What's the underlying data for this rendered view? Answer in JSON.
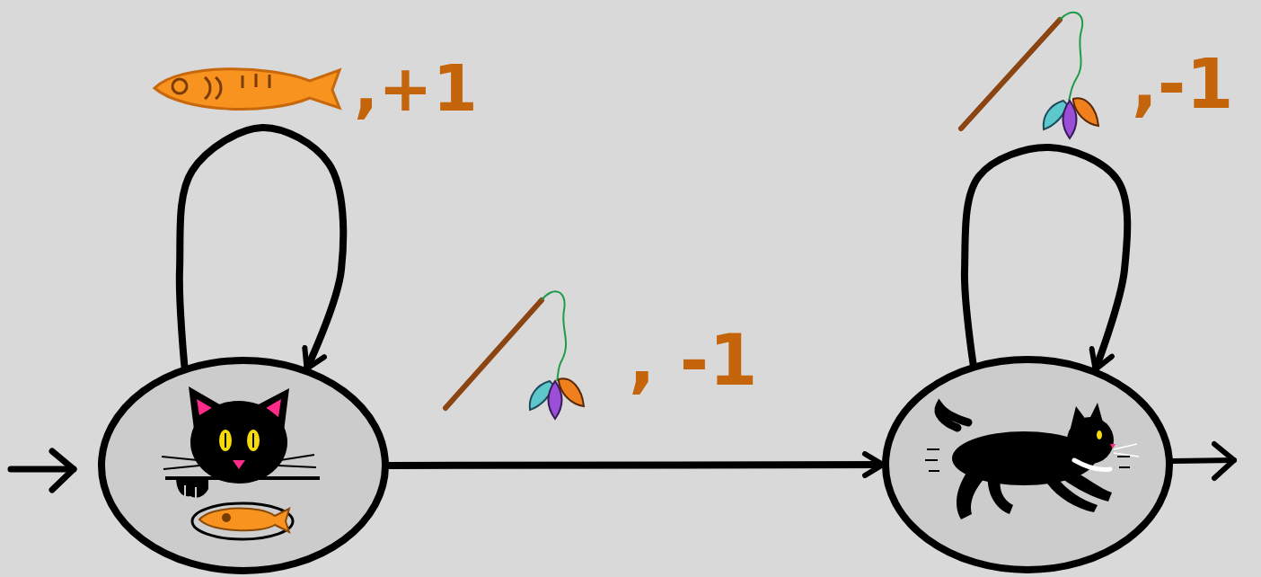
{
  "diagram": {
    "nodes": [
      {
        "text": []
      },
      {
        "text": []
      }
    ],
    "edges": [
      {
        "from": 0,
        "to": 0,
        "arrow": "to",
        "label": ",+1"
      },
      {
        "from": 0,
        "to": 1,
        "arrow": "to",
        "label": ", -1"
      },
      {
        "from": 1,
        "to": 1,
        "arrow": "to",
        "label": ",-1"
      }
    ]
  }
}
